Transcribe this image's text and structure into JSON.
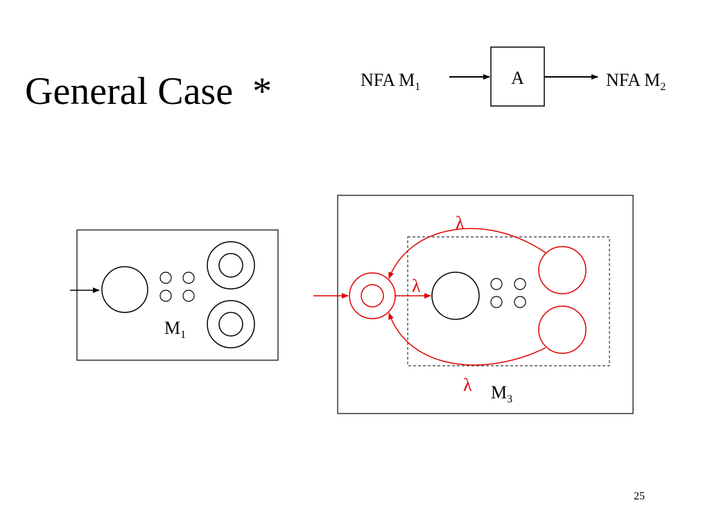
{
  "slide": {
    "title": "General Case  *",
    "page_number": "25"
  },
  "flow": {
    "input_label": "NFA M",
    "input_sub": "1",
    "algorithm_label": "A",
    "output_label": "NFA M",
    "output_sub": "2"
  },
  "machine_m1": {
    "label": "M",
    "sub": "1"
  },
  "machine_m3": {
    "label": "M",
    "sub": "3",
    "lambda_top": "λ",
    "lambda_mid": "λ",
    "lambda_bottom": "λ"
  },
  "colors": {
    "ink": "#000000",
    "highlight": "#e00000",
    "dashed_border": "#333344"
  }
}
